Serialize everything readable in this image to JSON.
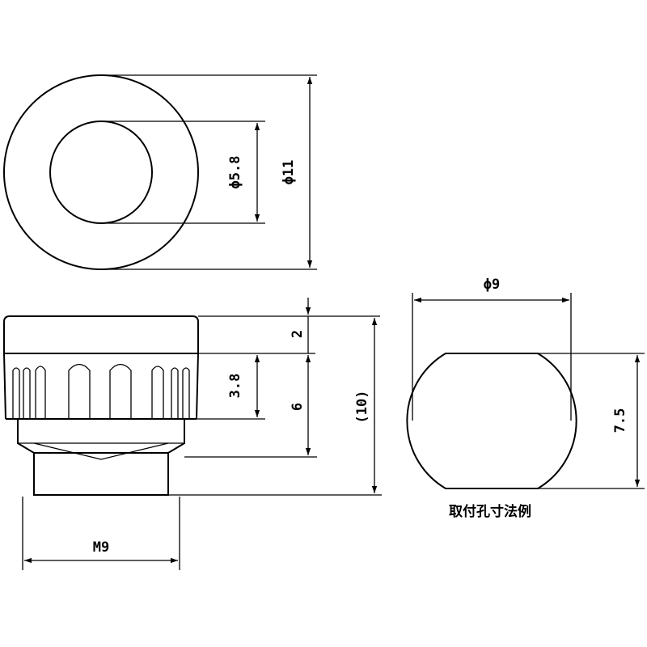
{
  "dimensions": {
    "outer_diameter": "ϕ11",
    "inner_diameter": "ϕ5.8",
    "cap_height": "2",
    "knurl_height": "3.8",
    "body_height": "6",
    "total_height": "(10)",
    "thread": "M9",
    "hole_diameter": "ϕ9",
    "hole_flat_width": "7.5"
  },
  "caption": "取付孔寸法例"
}
